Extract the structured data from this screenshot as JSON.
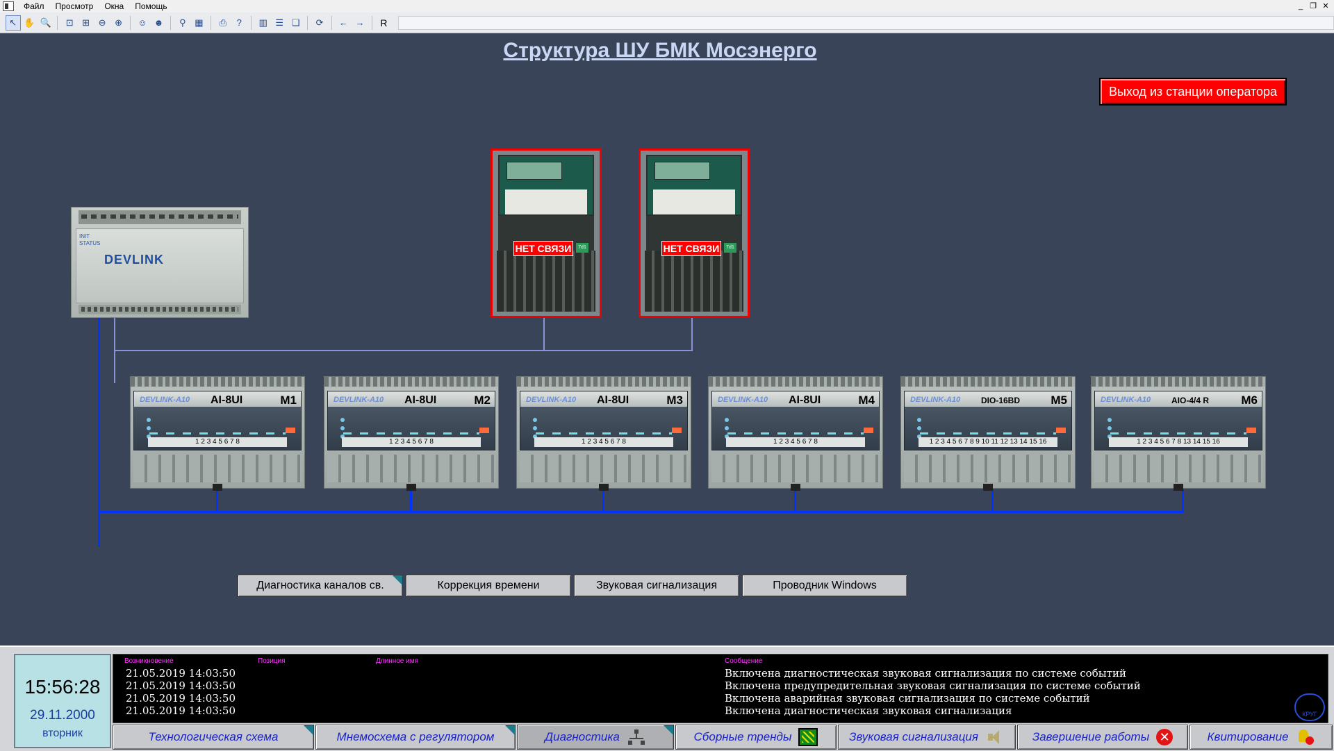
{
  "menu": [
    "Файл",
    "Просмотр",
    "Окна",
    "Помощь"
  ],
  "toolbar": {
    "last_label": "R"
  },
  "title": "Структура ШУ БМК Мосэнерго",
  "exit_button": "Выход из станции оператора",
  "controller": {
    "brand": "DEVLINK",
    "led1": "INIT",
    "led2": "STATUS"
  },
  "meters": [
    {
      "status": "НЕТ СВЯЗИ",
      "tag": "7d1"
    },
    {
      "status": "НЕТ СВЯЗИ",
      "tag": "7d1"
    }
  ],
  "modules": [
    {
      "brand": "DEVLINK-A10",
      "model": "AI-8UI",
      "id": "M1",
      "channels": "1  2  3  4  5  6  7  8"
    },
    {
      "brand": "DEVLINK-A10",
      "model": "AI-8UI",
      "id": "M2",
      "channels": "1  2  3  4  5  6  7  8"
    },
    {
      "brand": "DEVLINK-A10",
      "model": "AI-8UI",
      "id": "M3",
      "channels": "1  2  3  4  5  6  7  8"
    },
    {
      "brand": "DEVLINK-A10",
      "model": "AI-8UI",
      "id": "M4",
      "channels": "1  2  3  4  5  6  7  8"
    },
    {
      "brand": "DEVLINK-A10",
      "model": "DIO-16BD",
      "id": "M5",
      "channels": "1 2 3 4 5 6 7 8 9 10 11 12 13 14 15 16"
    },
    {
      "brand": "DEVLINK-A10",
      "model": "AIO-4/4 R",
      "id": "M6",
      "channels": "1 2 3 4   5 6 7 8   13 14 15 16"
    }
  ],
  "actions": [
    "Диагностика каналов св.",
    "Коррекция времени",
    "Звуковая сигнализация",
    "Проводник Windows"
  ],
  "clock": {
    "time": "15:56:28",
    "date": "29.11.2000",
    "day": "вторник"
  },
  "events": {
    "headers": {
      "time": "Возникновение",
      "position": "Позиция",
      "long_name": "Длинное имя",
      "message": "Сообщение"
    },
    "rows": [
      {
        "time": "21.05.2019 14:03:50",
        "message": "Включена диагностическая звуковая сигнализация по системе событий"
      },
      {
        "time": "21.05.2019 14:03:50",
        "message": "Включена предупредительная звуковая сигнализация по системе событий"
      },
      {
        "time": "21.05.2019 14:03:50",
        "message": "Включена аварийная звуковая сигнализация по системе событий"
      },
      {
        "time": "21.05.2019 14:03:50",
        "message": "Включена диагностическая звуковая сигнализация"
      }
    ],
    "scroll_label": "КРУГ"
  },
  "tabs": [
    {
      "label": "Технологическая схема",
      "icon": "none"
    },
    {
      "label": "Мнемосхема с регулятором",
      "icon": "none"
    },
    {
      "label": "Диагностика",
      "icon": "network-icon"
    },
    {
      "label": "Сборные тренды",
      "icon": "trend-icon"
    },
    {
      "label": "Звуковая сигнализация",
      "icon": "speaker-icon"
    },
    {
      "label": "Завершение работы",
      "icon": "close-icon"
    },
    {
      "label": "Квитирование",
      "icon": "acknowledge-icon"
    }
  ],
  "colors": {
    "background": "#3a4458",
    "alarm_red": "#ff0000",
    "bus_blue": "#0033ff",
    "tab_text": "#1b23c8",
    "event_header": "#ff35ff"
  }
}
